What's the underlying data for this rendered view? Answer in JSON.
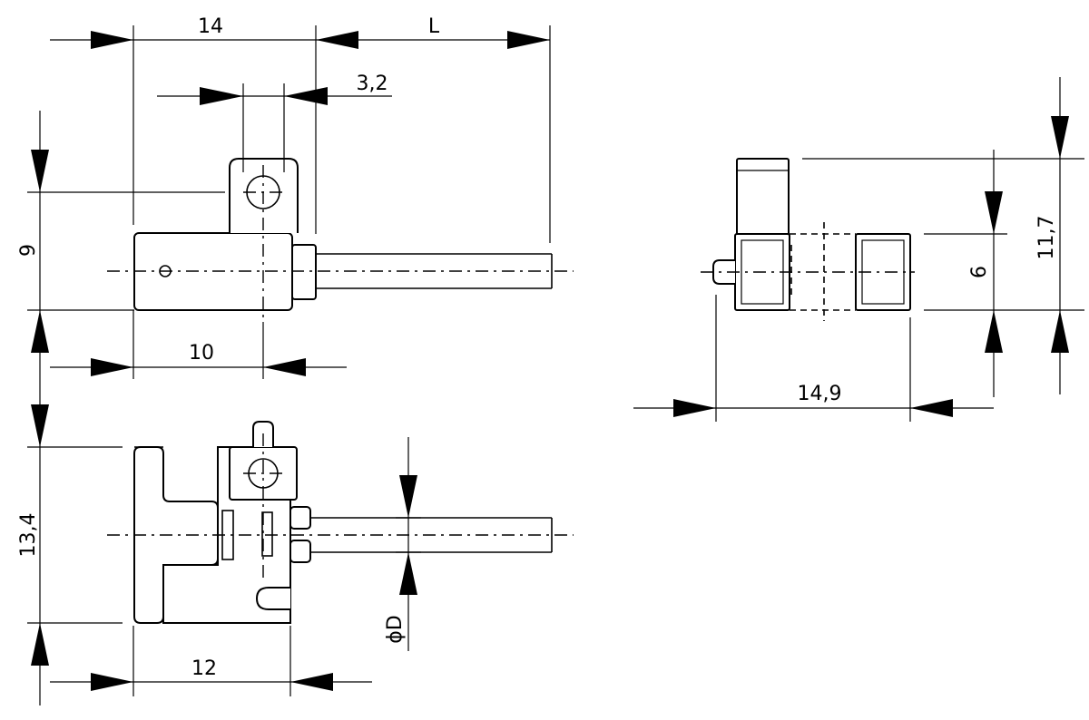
{
  "dimensions": {
    "width_14": "14",
    "length_L": "L",
    "slot_3_2": "3,2",
    "height_9": "9",
    "depth_10": "10",
    "height_13_4": "13,4",
    "depth_12": "12",
    "cable_diameter": "ϕD",
    "height_6": "6",
    "height_11_7": "11,7",
    "width_14_9": "14,9"
  }
}
